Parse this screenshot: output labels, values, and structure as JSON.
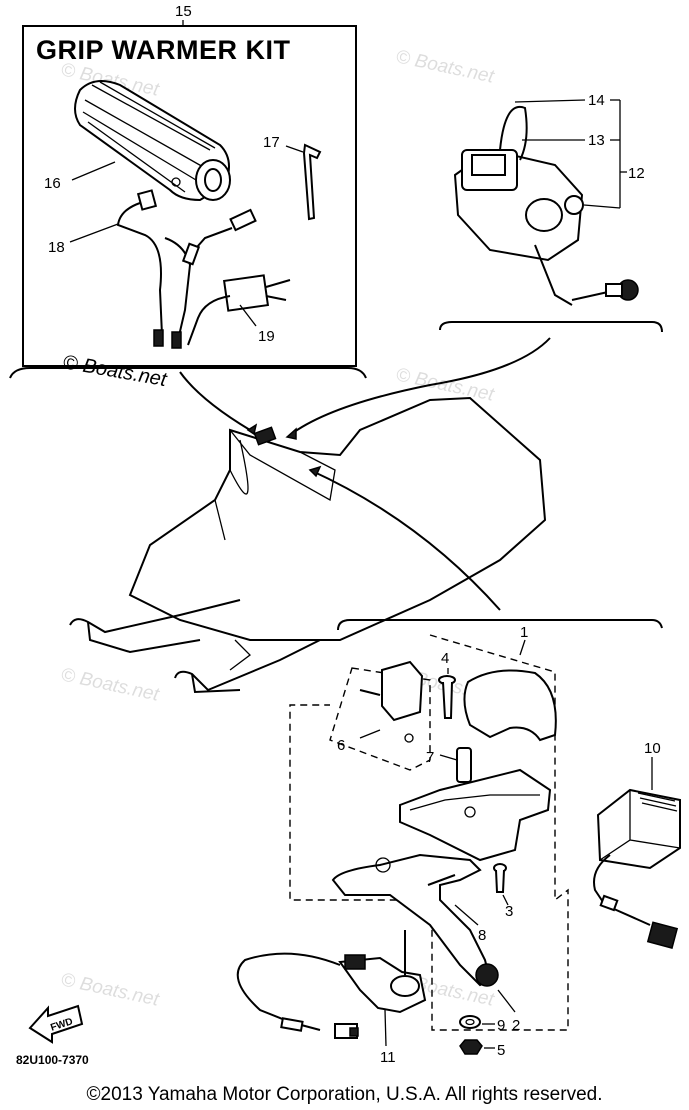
{
  "kit": {
    "title": "GRIP WARMER KIT",
    "ref_number": "15"
  },
  "callouts": [
    "1",
    "2",
    "3",
    "4",
    "5",
    "6",
    "7",
    "8",
    "9",
    "10",
    "11",
    "12",
    "13",
    "14",
    "16",
    "17",
    "18",
    "19"
  ],
  "watermark": "© Boats.net",
  "fwd_label": "FWD",
  "diagram_code": "82U100-7370",
  "copyright": "©2013 Yamaha Motor Corporation, U.S.A. All rights reserved."
}
